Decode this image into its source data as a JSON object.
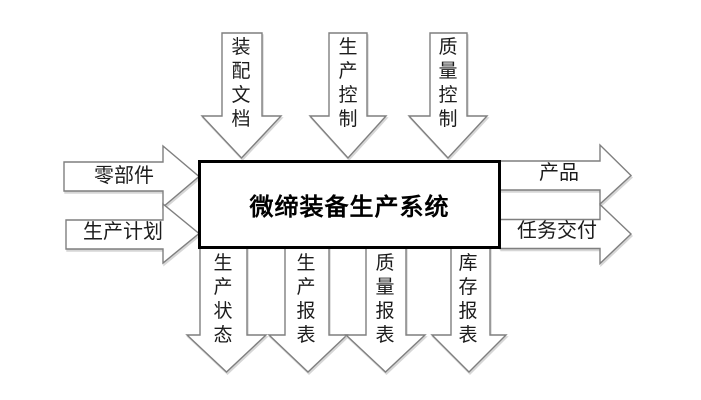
{
  "diagram": {
    "title": "production system context diagram",
    "center_box": {
      "label": "微缔装备生产系统"
    },
    "top_inputs": [
      {
        "label": "装配文档"
      },
      {
        "label": "生产控制"
      },
      {
        "label": "质量控制"
      }
    ],
    "left_inputs": [
      {
        "label": "零部件"
      },
      {
        "label": "生产计划"
      }
    ],
    "right_outputs": [
      {
        "label": "产品"
      },
      {
        "label": "任务交付"
      }
    ],
    "bottom_outputs": [
      {
        "label": "生产状态"
      },
      {
        "label": "生产报表"
      },
      {
        "label": "质量报表"
      },
      {
        "label": "库存报表"
      }
    ],
    "colors": {
      "background": "#ffffff",
      "arrow_fill": "#ffffff",
      "arrow_outline": "#7f7f7f",
      "box_border": "#000000",
      "text": "#1c1c1c"
    }
  }
}
